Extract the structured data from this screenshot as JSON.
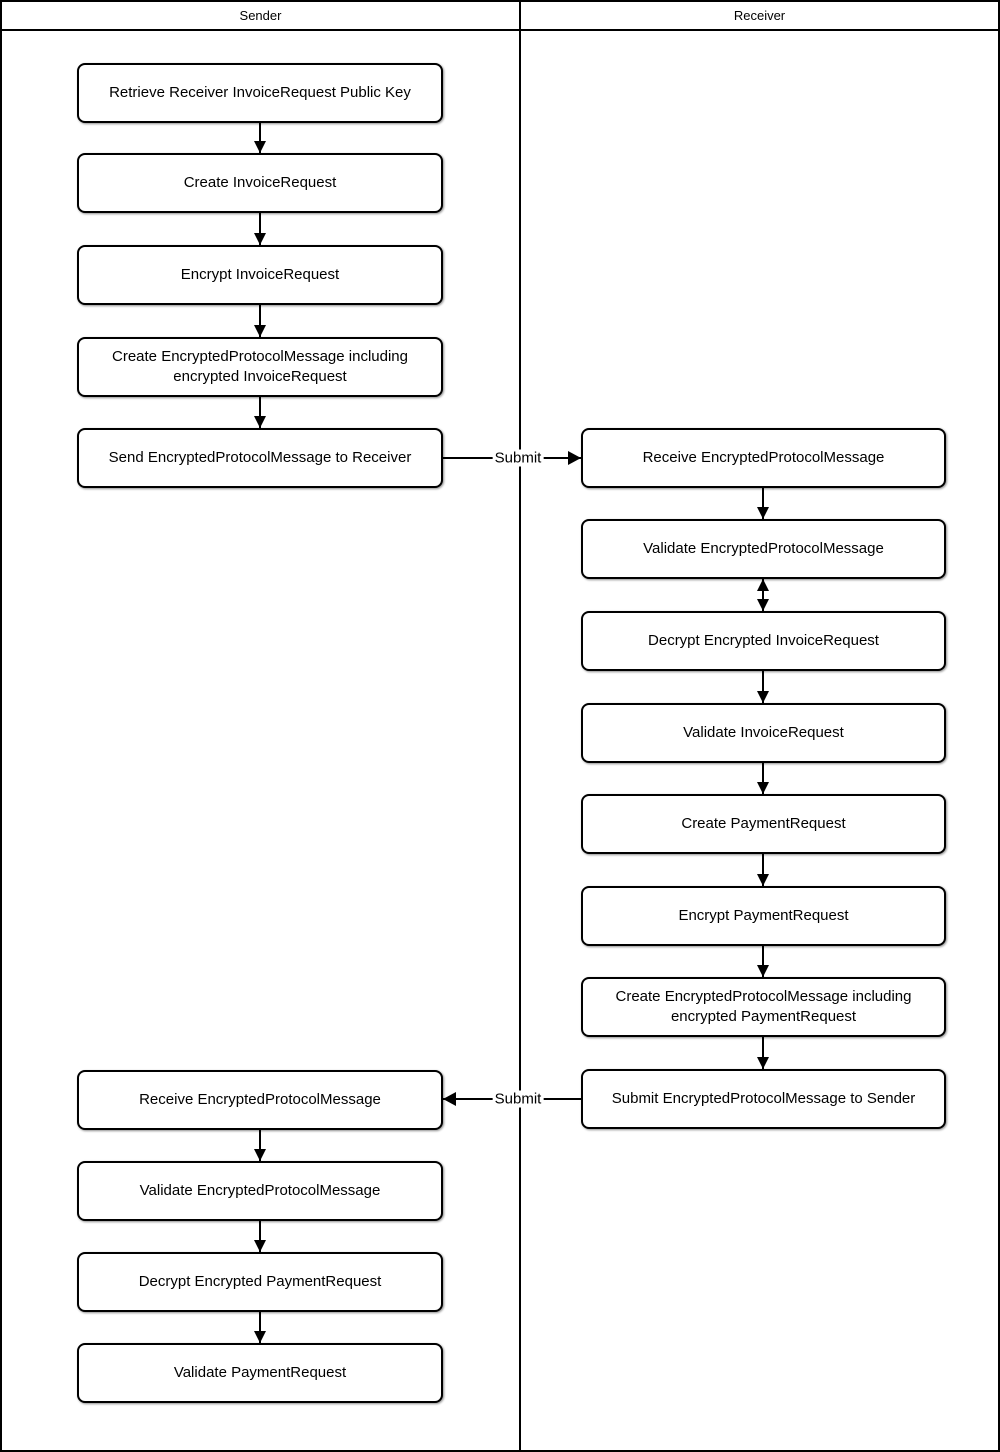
{
  "lanes": {
    "sender": "Sender",
    "receiver": "Receiver"
  },
  "sender_steps": [
    "Retrieve Receiver InvoiceRequest Public Key",
    "Create InvoiceRequest",
    "Encrypt InvoiceRequest",
    "Create EncryptedProtocolMessage including encrypted InvoiceRequest",
    "Send EncryptedProtocolMessage to Receiver",
    "Receive EncryptedProtocolMessage",
    "Validate EncryptedProtocolMessage",
    "Decrypt Encrypted PaymentRequest",
    "Validate PaymentRequest"
  ],
  "receiver_steps": [
    "Receive EncryptedProtocolMessage",
    "Validate EncryptedProtocolMessage",
    "Decrypt Encrypted InvoiceRequest",
    "Validate InvoiceRequest",
    "Create PaymentRequest",
    "Encrypt PaymentRequest",
    "Create EncryptedProtocolMessage including encrypted PaymentRequest",
    "Submit EncryptedProtocolMessage to Sender"
  ],
  "connectors": {
    "submit_to_receiver": "Submit",
    "submit_to_sender": "Submit"
  },
  "colors": {
    "line": "#000000",
    "box_fill": "#ffffff",
    "background": "#ffffff"
  }
}
